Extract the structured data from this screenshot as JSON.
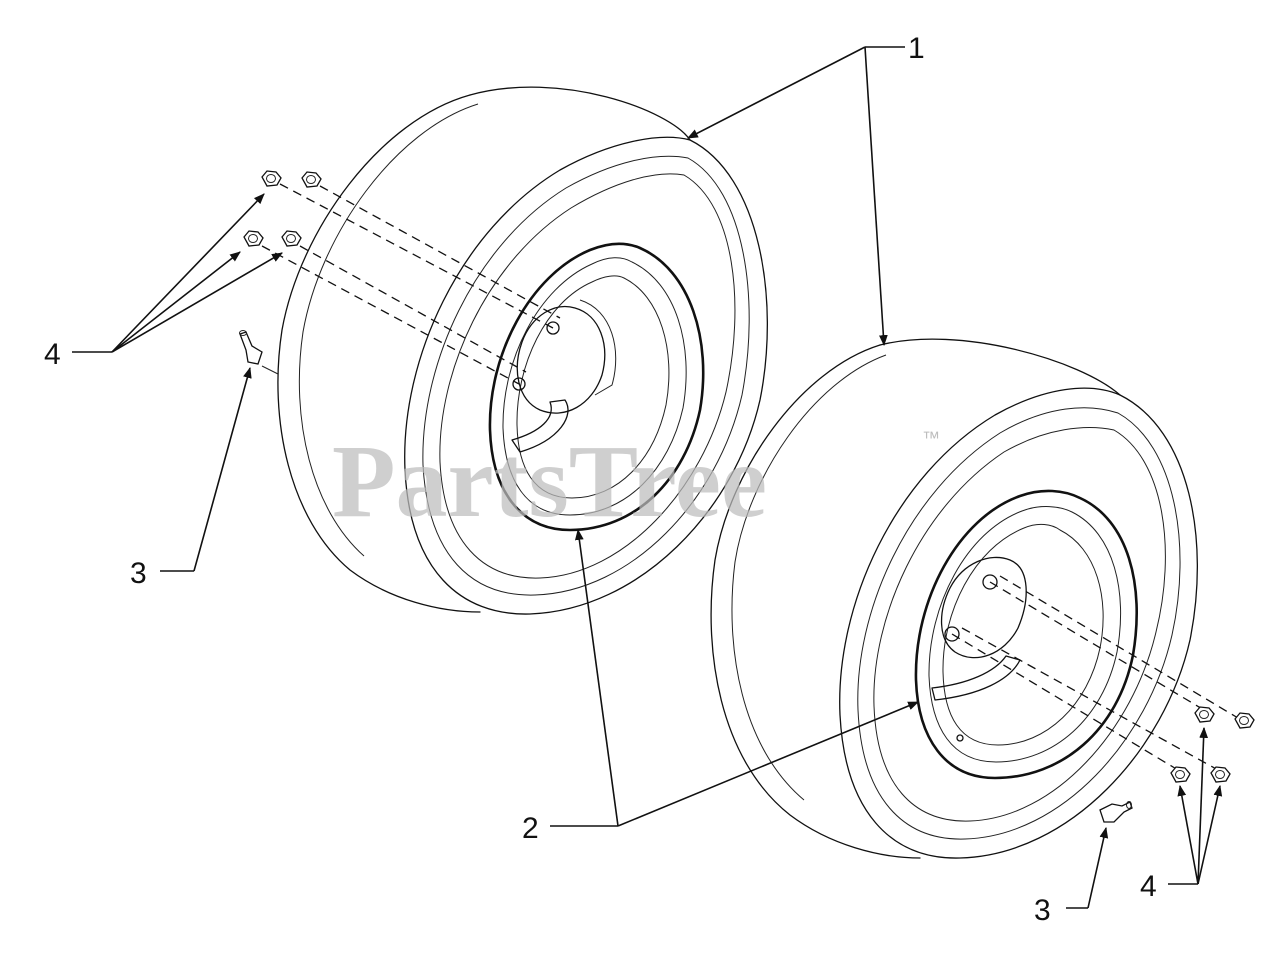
{
  "callouts": {
    "wheel_assembly": "1",
    "rim": "2",
    "valve_stem_left": "3",
    "valve_stem_right": "3",
    "lug_nuts_left": "4",
    "lug_nuts_right": "4"
  },
  "watermark": {
    "brand": "PartsTree",
    "trademark": "™"
  },
  "colors": {
    "lines": "#111111",
    "watermark": "#bdbdbd",
    "background": "#ffffff"
  }
}
